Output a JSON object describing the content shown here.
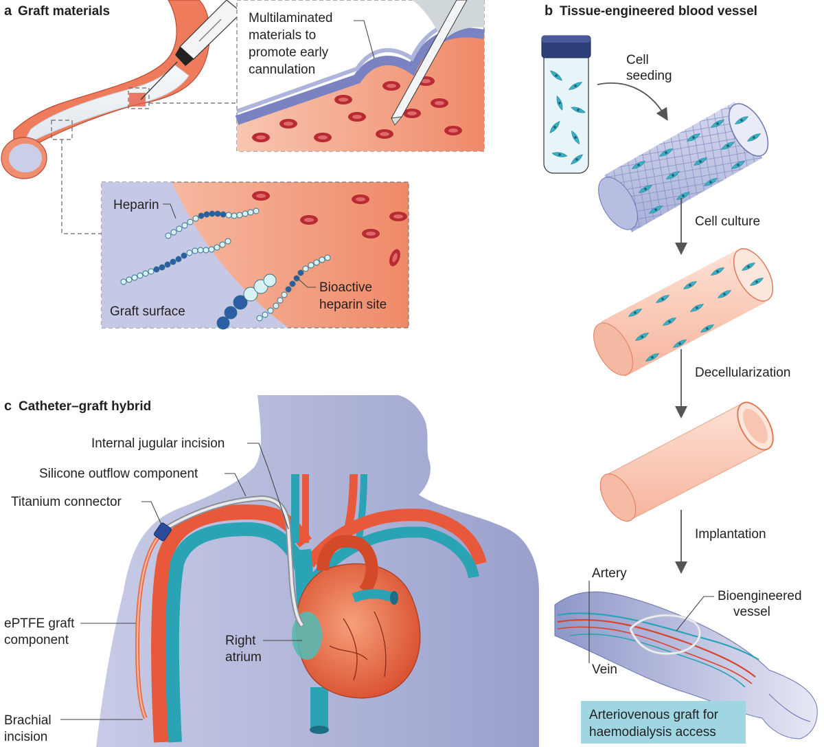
{
  "panel_a": {
    "letter": "a",
    "title": "Graft materials",
    "callout_line1": "Multilaminated",
    "callout_line2": "materials to",
    "callout_line3": "promote early",
    "callout_line4": "cannulation",
    "heparin": "Heparin",
    "graft_surface": "Graft surface",
    "bioactive_line1": "Bioactive",
    "bioactive_line2": "heparin site"
  },
  "panel_b": {
    "letter": "b",
    "title": "Tissue-engineered blood vessel",
    "step1_line1": "Cell",
    "step1_line2": "seeding",
    "step2": "Cell culture",
    "step3": "Decellularization",
    "step4": "Implantation",
    "artery": "Artery",
    "vein": "Vein",
    "bioengineered_line1": "Bioengineered",
    "bioengineered_line2": "vessel",
    "banner_line1": "Arteriovenous graft for",
    "banner_line2": "haemodialysis access"
  },
  "panel_c": {
    "letter": "c",
    "title": "Catheter–graft hybrid",
    "internal_jugular": "Internal jugular incision",
    "silicone": "Silicone outflow component",
    "titanium": "Titanium connector",
    "eptfe_line1": "ePTFE graft",
    "eptfe_line2": "component",
    "right_atrium_line1": "Right",
    "right_atrium_line2": "atrium",
    "brachial_line1": "Brachial",
    "brachial_line2": "incision"
  },
  "colors": {
    "artery_red": "#e8583a",
    "vein_teal": "#2aa3b5",
    "body_lavender": "#aab0d6",
    "cell_teal": "#3bb0c4",
    "rbc_red": "#c8343a",
    "banner_blue": "#9fd6e2"
  }
}
